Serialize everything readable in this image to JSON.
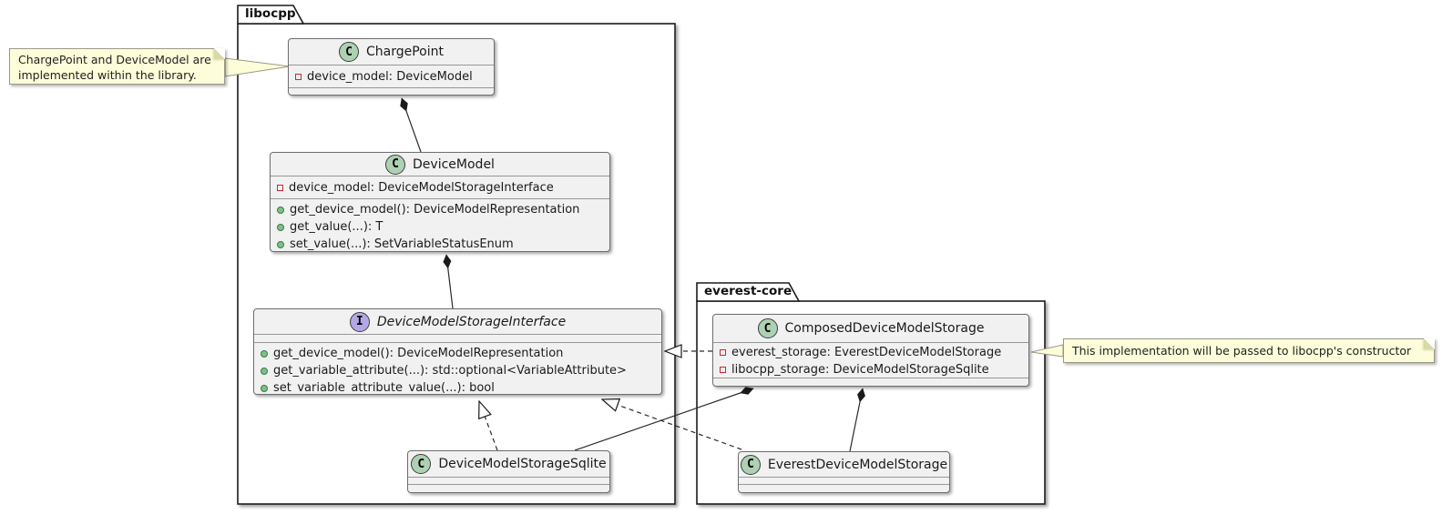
{
  "packages": [
    {
      "label": "libocpp"
    },
    {
      "label": "everest-core"
    }
  ],
  "classes": [
    {
      "icon": "C",
      "kind": "class",
      "name": "ChargePoint",
      "fields": [
        "device_model: DeviceModel"
      ],
      "methods": []
    },
    {
      "icon": "C",
      "kind": "class",
      "name": "DeviceModel",
      "fields": [
        "device_model: DeviceModelStorageInterface"
      ],
      "methods": [
        "get_device_model(): DeviceModelRepresentation",
        "get_value(...): T",
        "set_value(...): SetVariableStatusEnum"
      ]
    },
    {
      "icon": "I",
      "kind": "interface",
      "name": "DeviceModelStorageInterface",
      "fields": [],
      "methods": [
        "get_device_model(): DeviceModelRepresentation",
        "get_variable_attribute(...): std::optional<VariableAttribute>",
        "set_variable_attribute_value(...): bool"
      ]
    },
    {
      "icon": "C",
      "kind": "class",
      "name": "DeviceModelStorageSqlite",
      "fields": [],
      "methods": []
    },
    {
      "icon": "C",
      "kind": "class",
      "name": "ComposedDeviceModelStorage",
      "fields": [
        "everest_storage: EverestDeviceModelStorage",
        "libocpp_storage: DeviceModelStorageSqlite"
      ],
      "methods": []
    },
    {
      "icon": "C",
      "kind": "class",
      "name": "EverestDeviceModelStorage",
      "fields": [],
      "methods": []
    }
  ],
  "notes": [
    {
      "text": "ChargePoint and DeviceModel are implemented within the library.",
      "attached_to": "ChargePoint"
    },
    {
      "text": "This implementation will be passed to libocpp's constructor",
      "attached_to": "ComposedDeviceModelStorage"
    }
  ],
  "relationships": [
    {
      "from": "ChargePoint",
      "to": "DeviceModel",
      "type": "composition"
    },
    {
      "from": "DeviceModel",
      "to": "DeviceModelStorageInterface",
      "type": "composition"
    },
    {
      "from": "ComposedDeviceModelStorage",
      "to": "DeviceModelStorageInterface",
      "type": "realization"
    },
    {
      "from": "DeviceModelStorageSqlite",
      "to": "DeviceModelStorageInterface",
      "type": "realization"
    },
    {
      "from": "EverestDeviceModelStorage",
      "to": "DeviceModelStorageInterface",
      "type": "realization"
    },
    {
      "from": "ComposedDeviceModelStorage",
      "to": "DeviceModelStorageSqlite",
      "type": "composition"
    },
    {
      "from": "ComposedDeviceModelStorage",
      "to": "EverestDeviceModelStorage",
      "type": "composition"
    }
  ],
  "icons": {
    "class_circle": "C",
    "interface_circle": "I",
    "private_field": "red-square",
    "public_method": "green-circle"
  },
  "colors": {
    "class_fill": "#f1f1f1",
    "class_border": "#6e6e6e",
    "class_circle_fill": "#ADD1B2",
    "interface_circle_fill": "#B4A7E5",
    "field_icon": "#C82930",
    "method_icon": "#84BE84",
    "note_fill": "#fdfdd9",
    "package_border": "#1b1b1b",
    "line": "#2b2b2b"
  }
}
